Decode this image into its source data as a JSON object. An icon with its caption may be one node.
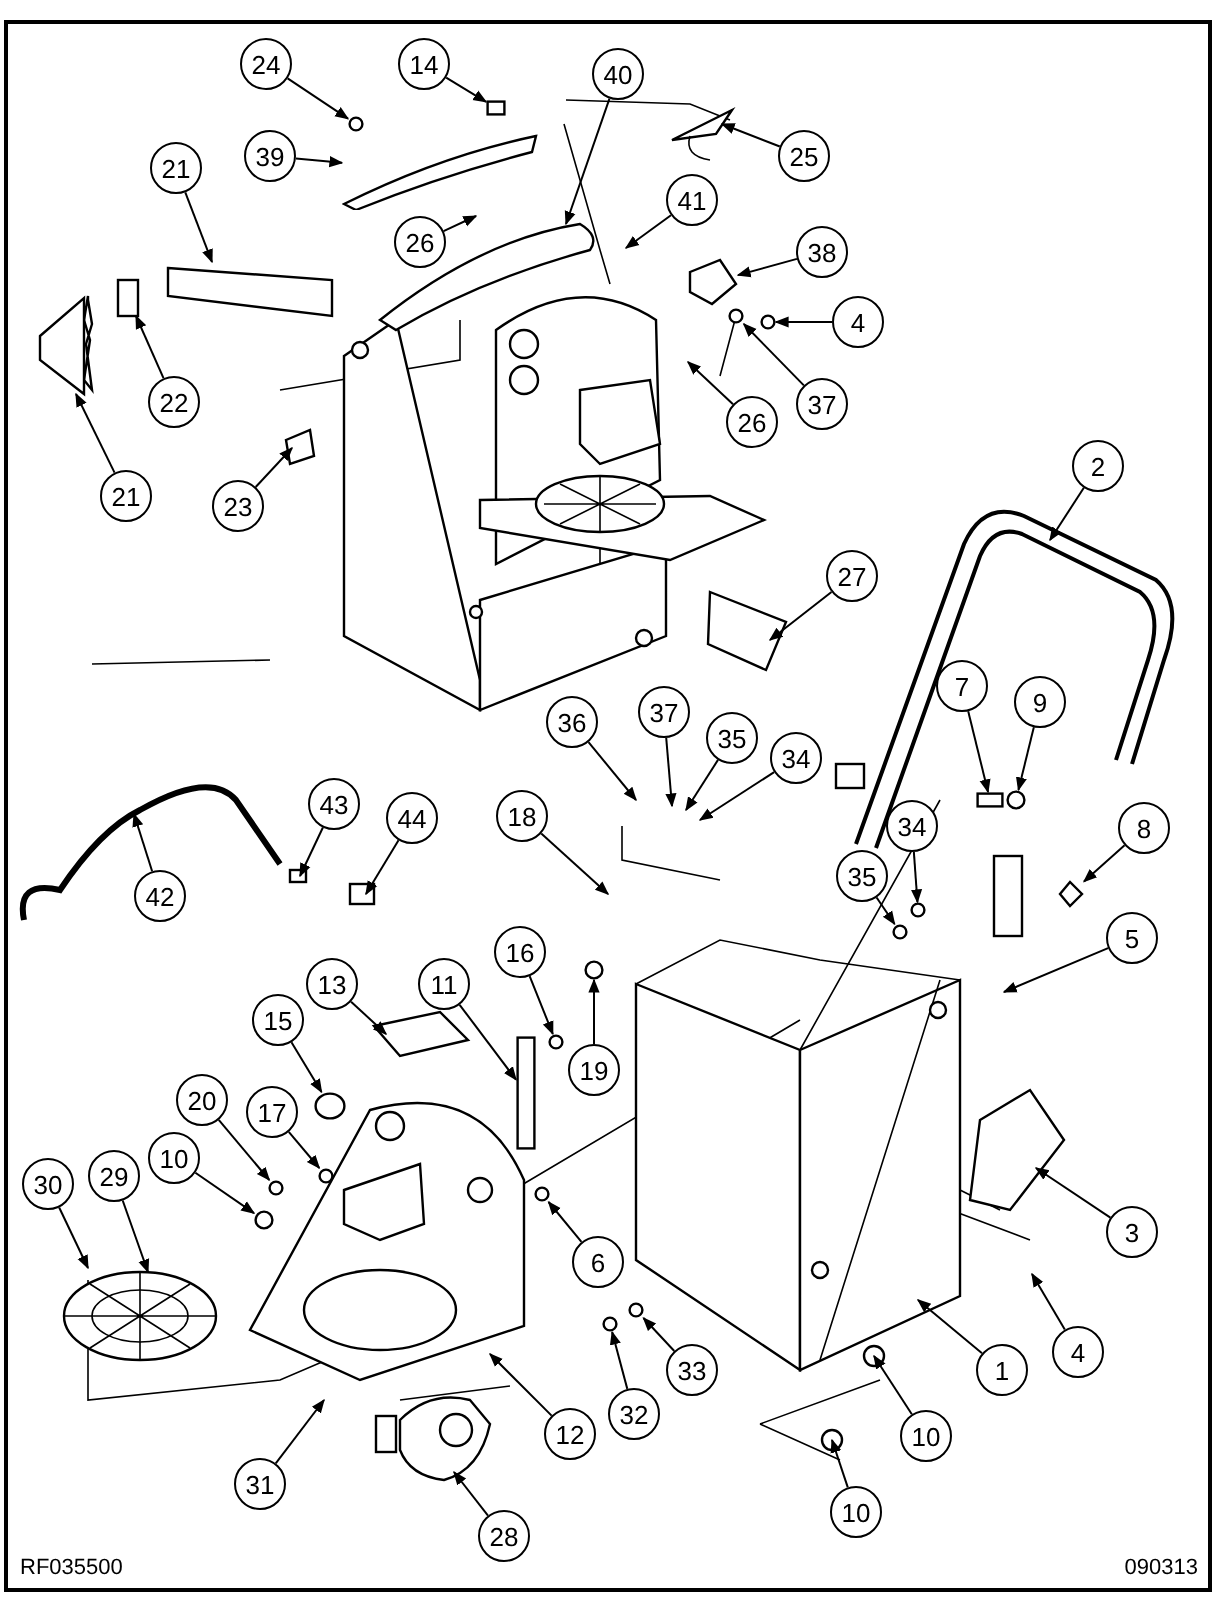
{
  "diagram": {
    "nodes": [
      {
        "text": [
          "24"
        ]
      },
      {
        "text": [
          "14"
        ]
      },
      {
        "text": [
          "40"
        ]
      },
      {
        "text": [
          "25"
        ]
      },
      {
        "text": [
          "39"
        ]
      },
      {
        "text": [
          "21"
        ]
      },
      {
        "text": [
          "26"
        ]
      },
      {
        "text": [
          "41"
        ]
      },
      {
        "text": [
          "38"
        ]
      },
      {
        "text": [
          "4"
        ]
      },
      {
        "text": [
          "22"
        ]
      },
      {
        "text": [
          "37"
        ]
      },
      {
        "text": [
          "26"
        ]
      },
      {
        "text": [
          "21"
        ]
      },
      {
        "text": [
          "23"
        ]
      },
      {
        "text": [
          "2"
        ]
      },
      {
        "text": [
          "27"
        ]
      },
      {
        "text": [
          "7"
        ]
      },
      {
        "text": [
          "9"
        ]
      },
      {
        "text": [
          "36"
        ]
      },
      {
        "text": [
          "37"
        ]
      },
      {
        "text": [
          "35"
        ]
      },
      {
        "text": [
          "34"
        ]
      },
      {
        "text": [
          "43"
        ]
      },
      {
        "text": [
          "44"
        ]
      },
      {
        "text": [
          "42"
        ]
      },
      {
        "text": [
          "18"
        ]
      },
      {
        "text": [
          "34"
        ]
      },
      {
        "text": [
          "8"
        ]
      },
      {
        "text": [
          "35"
        ]
      },
      {
        "text": [
          "5"
        ]
      },
      {
        "text": [
          "13"
        ]
      },
      {
        "text": [
          "11"
        ]
      },
      {
        "text": [
          "16"
        ]
      },
      {
        "text": [
          "15"
        ]
      },
      {
        "text": [
          "19"
        ]
      },
      {
        "text": [
          "20"
        ]
      },
      {
        "text": [
          "17"
        ]
      },
      {
        "text": [
          "10"
        ]
      },
      {
        "text": [
          "30"
        ]
      },
      {
        "text": [
          "29"
        ]
      },
      {
        "text": [
          "6"
        ]
      },
      {
        "text": [
          "3"
        ]
      },
      {
        "text": [
          "4"
        ]
      },
      {
        "text": [
          "1"
        ]
      },
      {
        "text": [
          "33"
        ]
      },
      {
        "text": [
          "32"
        ]
      },
      {
        "text": [
          "12"
        ]
      },
      {
        "text": [
          "10"
        ]
      },
      {
        "text": [
          "31"
        ]
      },
      {
        "text": [
          "28"
        ]
      },
      {
        "text": [
          "10"
        ]
      },
      {
        "text": [],
        "shape": "circle"
      },
      {
        "text": [],
        "shape": "picture"
      },
      {
        "text": [],
        "shape": "picture"
      },
      {
        "text": [],
        "shape": "box"
      },
      {
        "text": [],
        "shape": "circle"
      },
      {
        "text": [],
        "shape": "picture"
      },
      {
        "text": [],
        "shape": "box"
      },
      {
        "text": [],
        "shape": "circle"
      },
      {
        "text": [],
        "shape": "circle"
      },
      {
        "text": [],
        "shape": "circle"
      },
      {
        "text": [],
        "shape": "circle"
      },
      {
        "text": [],
        "shape": "circle"
      },
      {
        "text": [],
        "shape": "circle"
      },
      {
        "text": [],
        "shape": "box"
      },
      {
        "text": [],
        "shape": "circle"
      },
      {
        "text": [],
        "shape": "circle"
      },
      {
        "text": [],
        "shape": "circle"
      },
      {
        "text": [],
        "shape": "circle"
      },
      {
        "text": [],
        "shape": "circle"
      },
      {
        "text": [],
        "shape": "circle"
      },
      {
        "text": [],
        "shape": "circle"
      }
    ],
    "edges": [
      {
        "from": 0,
        "to": 52,
        "arrow": "to"
      },
      {
        "from": 1,
        "to": 65,
        "arrow": "to"
      },
      {
        "from": 2,
        "to": null,
        "arrow": "to"
      },
      {
        "from": 3,
        "to": null,
        "arrow": "to"
      },
      {
        "from": 4,
        "to": 53,
        "arrow": "to"
      },
      {
        "from": 5,
        "to": null,
        "arrow": "to"
      },
      {
        "from": 6,
        "to": null,
        "arrow": "to"
      },
      {
        "from": 7,
        "to": null,
        "arrow": "to"
      },
      {
        "from": 8,
        "to": 54,
        "arrow": "to"
      },
      {
        "from": 9,
        "to": 66,
        "arrow": "to"
      },
      {
        "from": 10,
        "to": null,
        "arrow": "to"
      },
      {
        "from": 11,
        "to": 67,
        "arrow": "to"
      },
      {
        "from": 12,
        "to": null,
        "arrow": "to"
      },
      {
        "from": 13,
        "to": null,
        "arrow": "to"
      },
      {
        "from": 14,
        "to": null,
        "arrow": "to"
      },
      {
        "from": 15,
        "to": null,
        "arrow": "to"
      },
      {
        "from": 16,
        "to": null,
        "arrow": "to"
      },
      {
        "from": 17,
        "to": 55,
        "arrow": "to"
      },
      {
        "from": 18,
        "to": 68,
        "arrow": "to"
      },
      {
        "from": 19,
        "to": null,
        "arrow": "to"
      },
      {
        "from": 20,
        "to": null,
        "arrow": "to"
      },
      {
        "from": 21,
        "to": null,
        "arrow": "to"
      },
      {
        "from": 22,
        "to": null,
        "arrow": "to"
      },
      {
        "from": 23,
        "to": null,
        "arrow": "to"
      },
      {
        "from": 24,
        "to": null,
        "arrow": "to"
      },
      {
        "from": 25,
        "to": null,
        "arrow": "to"
      },
      {
        "from": 26,
        "to": null,
        "arrow": "to"
      },
      {
        "from": 27,
        "to": 56,
        "arrow": "to"
      },
      {
        "from": 28,
        "to": 57,
        "arrow": "to"
      },
      {
        "from": 29,
        "to": 69,
        "arrow": "to"
      },
      {
        "from": 30,
        "to": null,
        "arrow": "to"
      },
      {
        "from": 31,
        "to": null,
        "arrow": "to"
      },
      {
        "from": 32,
        "to": 58,
        "arrow": "to"
      },
      {
        "from": 33,
        "to": 59,
        "arrow": "to"
      },
      {
        "from": 34,
        "to": 60,
        "arrow": "to"
      },
      {
        "from": 35,
        "to": 61,
        "arrow": "to"
      },
      {
        "from": 36,
        "to": 62,
        "arrow": "to"
      },
      {
        "from": 37,
        "to": 70,
        "arrow": "to"
      },
      {
        "from": 38,
        "to": 71,
        "arrow": "to"
      },
      {
        "from": 39,
        "to": null,
        "arrow": "to"
      },
      {
        "from": 40,
        "to": null,
        "arrow": "to"
      },
      {
        "from": 41,
        "to": 72,
        "arrow": "to"
      },
      {
        "from": 42,
        "to": null,
        "arrow": "to"
      },
      {
        "from": 43,
        "to": null,
        "arrow": "to"
      },
      {
        "from": 44,
        "to": null,
        "arrow": "to"
      },
      {
        "from": 45,
        "to": 63,
        "arrow": "to"
      },
      {
        "from": 46,
        "to": 64,
        "arrow": "to"
      },
      {
        "from": 47,
        "to": null,
        "arrow": "to"
      },
      {
        "from": 48,
        "to": null,
        "arrow": "to"
      },
      {
        "from": 49,
        "to": null,
        "arrow": "to"
      },
      {
        "from": 50,
        "to": null,
        "arrow": "to"
      },
      {
        "from": 51,
        "to": null,
        "arrow": "to"
      }
    ],
    "labels": [
      "RF035500",
      "090313"
    ]
  }
}
